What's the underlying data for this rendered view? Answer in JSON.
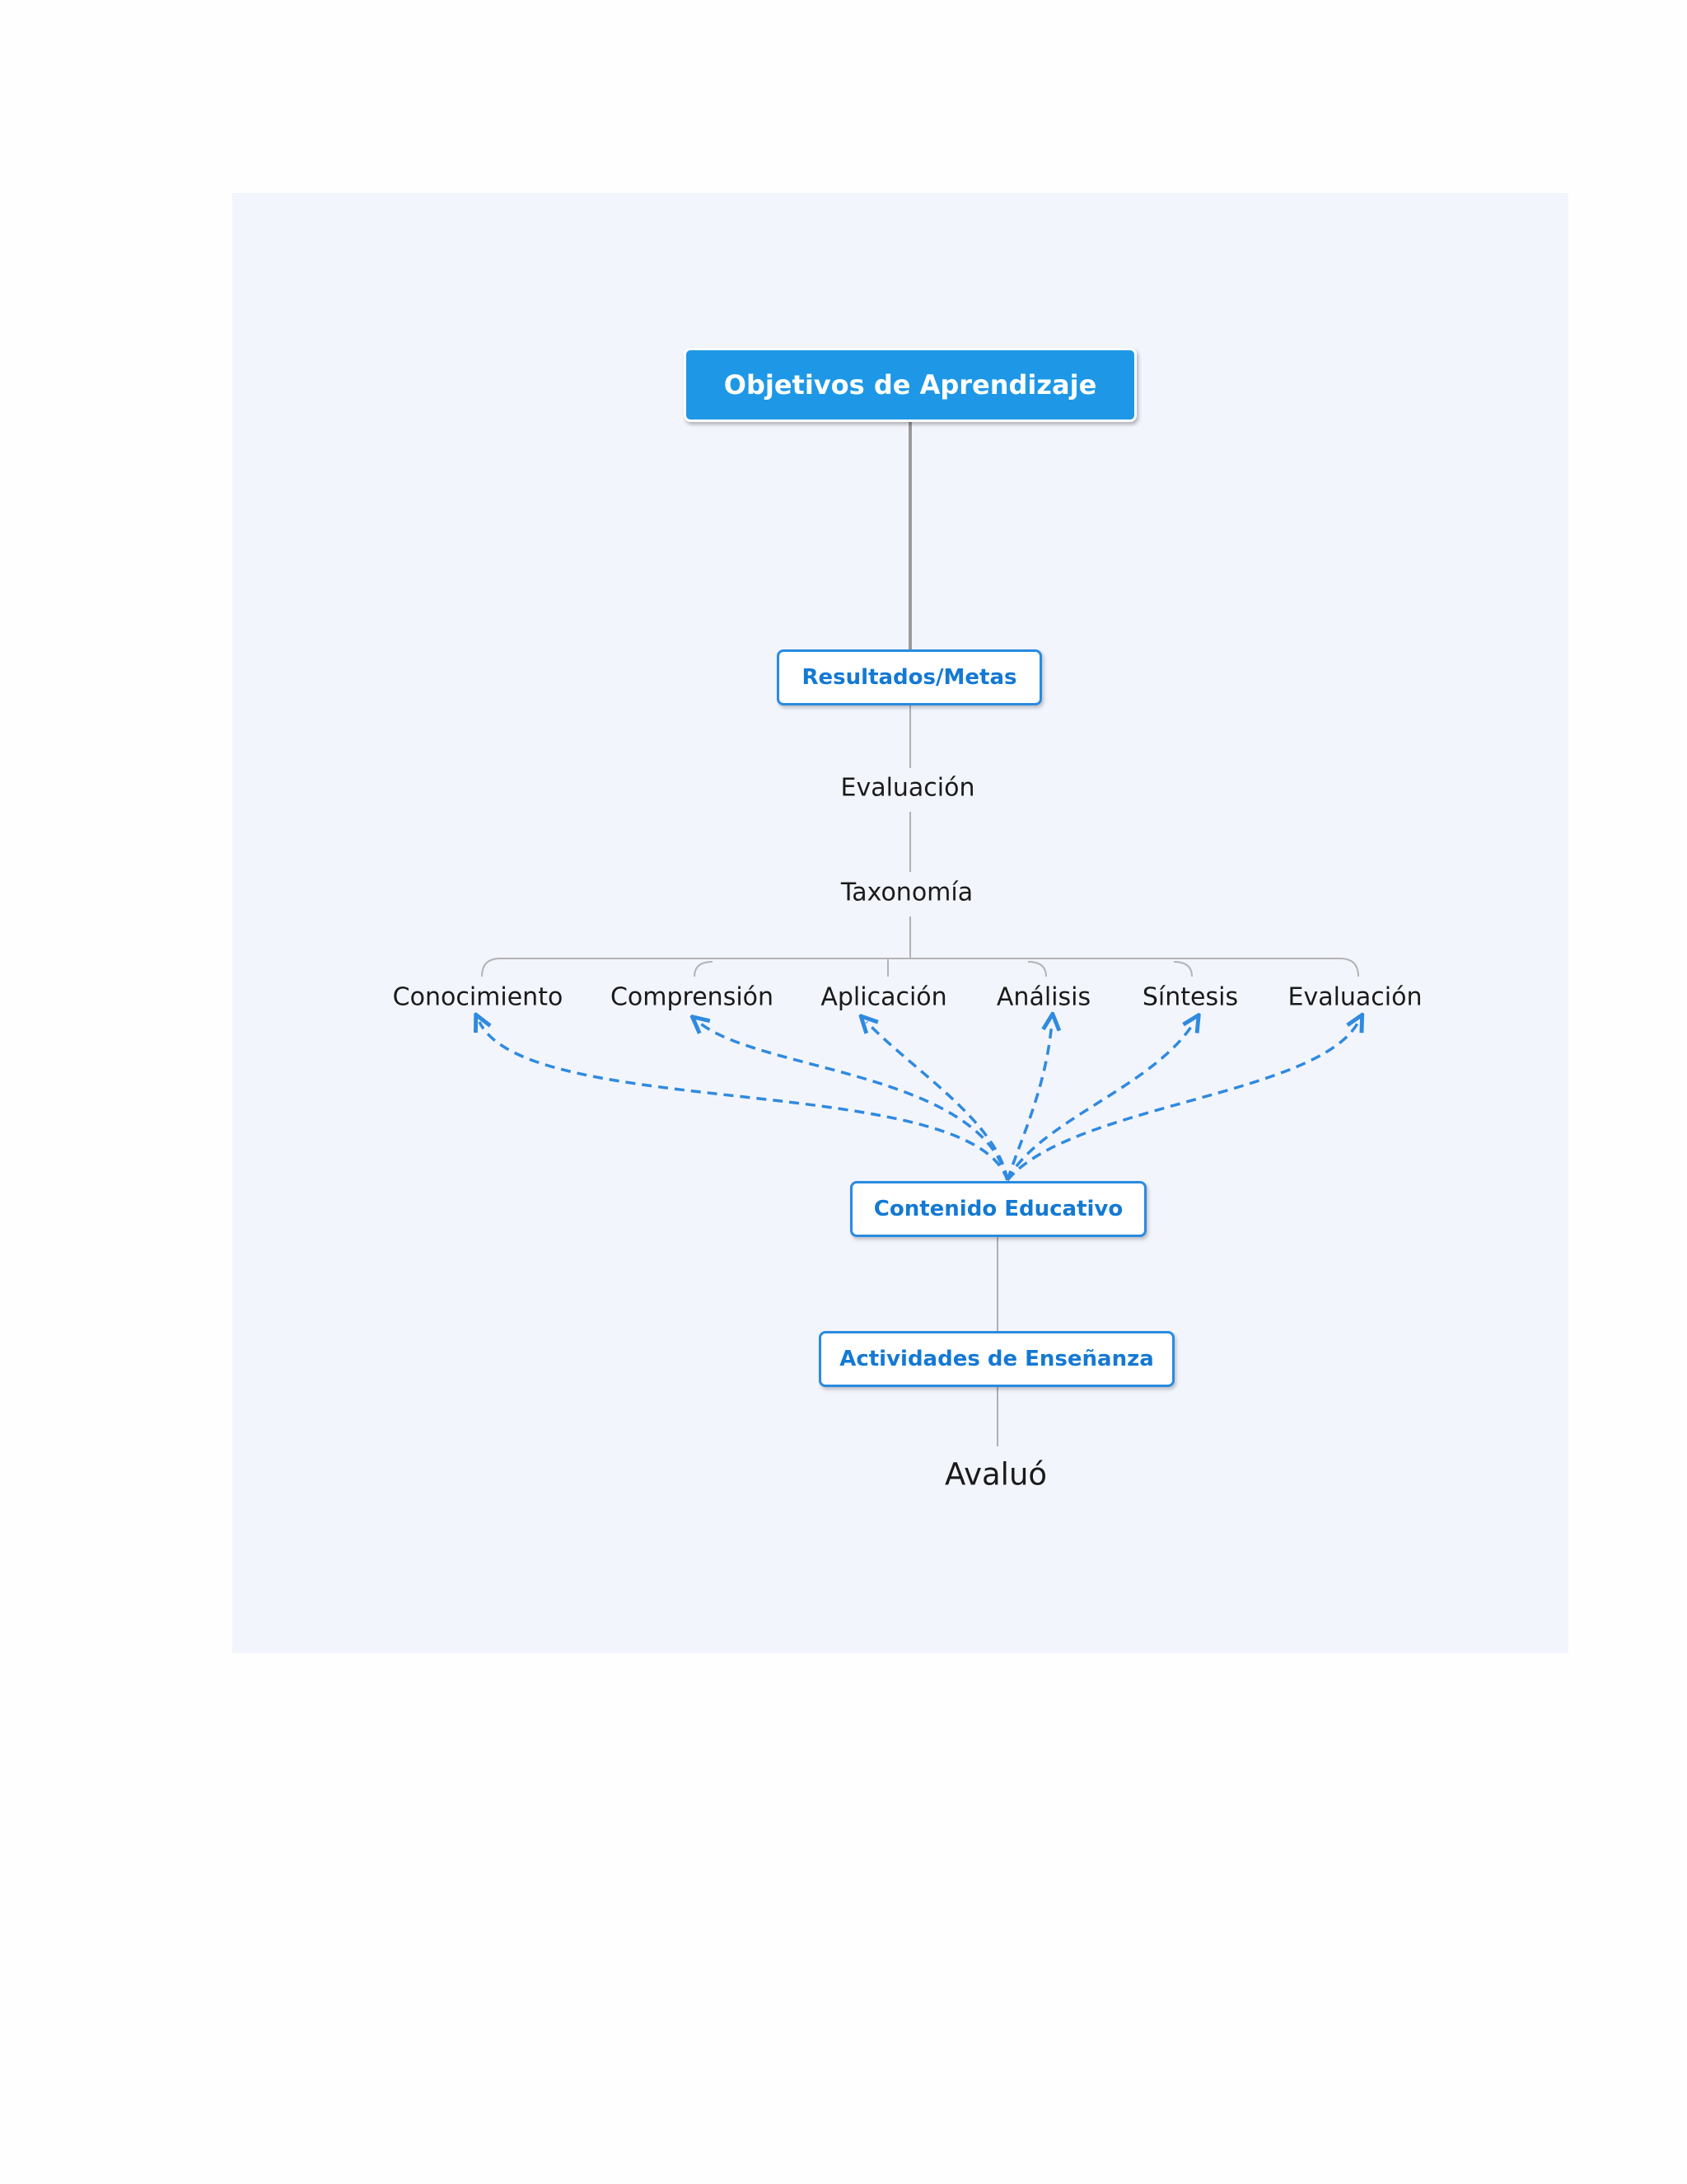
{
  "diagram": {
    "root": {
      "label": "Objetivos de Aprendizaje"
    },
    "outcomes": {
      "label": "Resultados/Metas"
    },
    "evaluation": {
      "label": "Evaluación"
    },
    "taxonomy": {
      "label": "Taxonomía"
    },
    "levels": [
      {
        "label": "Conocimiento"
      },
      {
        "label": "Comprensión"
      },
      {
        "label": "Aplicación"
      },
      {
        "label": "Análisis"
      },
      {
        "label": "Síntesis"
      },
      {
        "label": "Evaluación"
      }
    ],
    "content": {
      "label": "Contenido Educativo"
    },
    "activities": {
      "label": "Actividades de Enseñanza"
    },
    "assessed": {
      "label": "Avaluó"
    }
  },
  "colors": {
    "canvas_background": "#f3f5fd",
    "root_fill": "#1e98e6",
    "accent_blue": "#1479d3",
    "dashed_link": "#2f8ae0",
    "connector_gray": "#a8a8a8"
  }
}
